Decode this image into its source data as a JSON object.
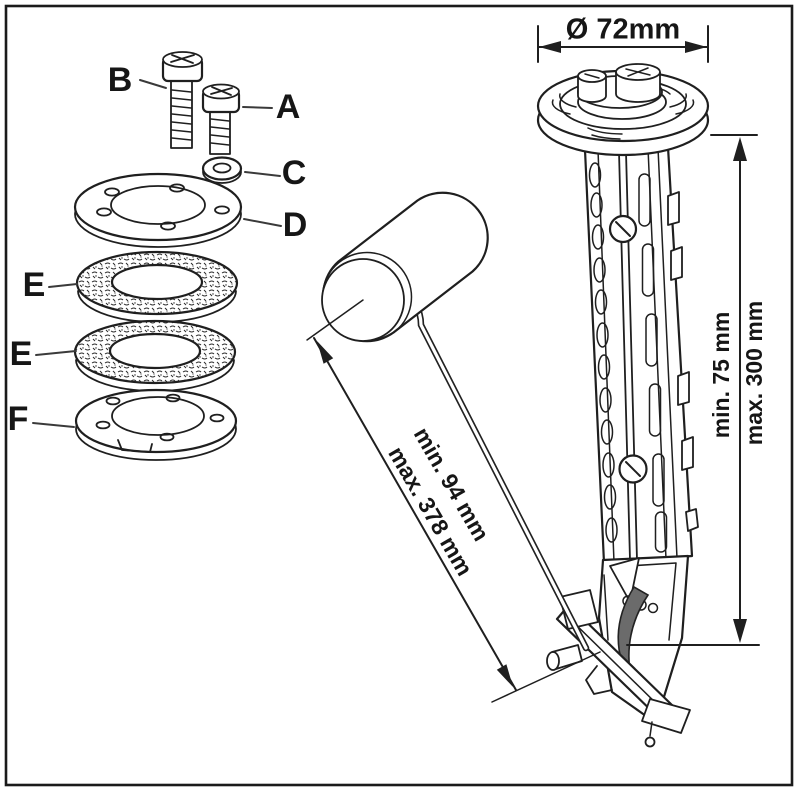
{
  "diagram_title": "fuel-level-sender-exploded-diagram",
  "labels": {
    "a": "A",
    "b": "B",
    "c": "C",
    "d": "D",
    "e_upper": "E",
    "e_lower": "E",
    "f": "F"
  },
  "dimensions": {
    "head_diameter": "Ø 72mm",
    "body_min": "min. 75 mm",
    "body_max": "max. 300 mm",
    "arm_min": "min. 94 mm",
    "arm_max": "max. 378 mm"
  },
  "colors": {
    "line": "#1f1f1f",
    "background": "#ffffff",
    "resistor_fill": "#6b6b6b"
  }
}
